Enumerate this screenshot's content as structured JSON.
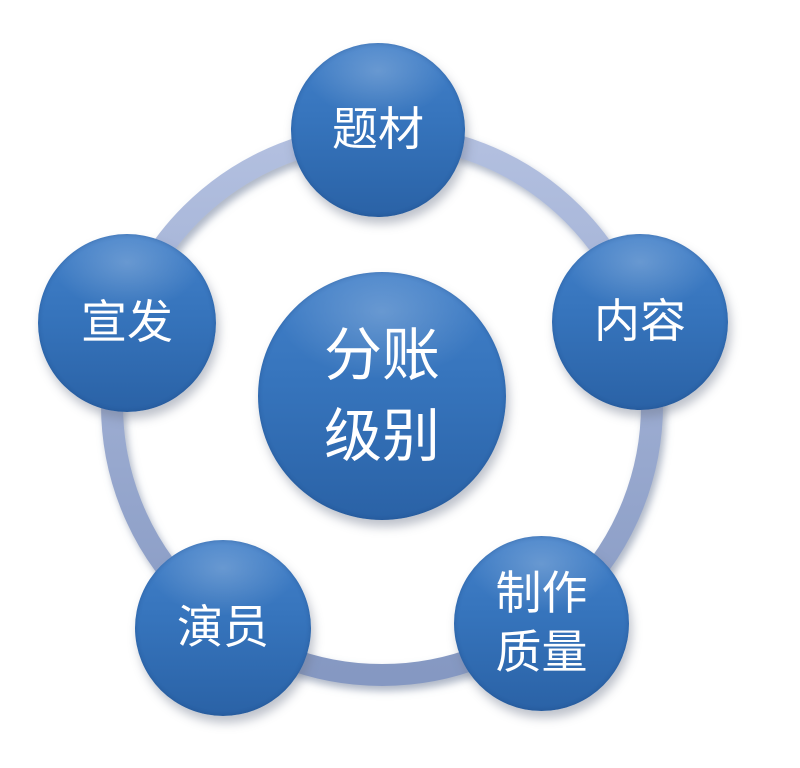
{
  "diagram": {
    "type": "radial-cycle",
    "title": "分账级别",
    "center": {
      "label": "分账级别",
      "lines": [
        "分账",
        "级别"
      ]
    },
    "satellites": [
      {
        "position": "top",
        "label": "题材",
        "lines": [
          "题材"
        ]
      },
      {
        "position": "right",
        "label": "内容",
        "lines": [
          "内容"
        ]
      },
      {
        "position": "bottom-right",
        "label": "制作质量",
        "lines": [
          "制作",
          "质量"
        ]
      },
      {
        "position": "bottom-left",
        "label": "演员",
        "lines": [
          "演员"
        ]
      },
      {
        "position": "left",
        "label": "宣发",
        "lines": [
          "宣发"
        ]
      }
    ],
    "colors": {
      "node_gradient_top": "#4280C9",
      "node_gradient_bottom": "#2A62A6",
      "ring_gradient_top": "#B3C0E0",
      "ring_gradient_bottom": "#8598C2",
      "text": "#FFFFFF",
      "background": "#FFFFFF"
    }
  }
}
